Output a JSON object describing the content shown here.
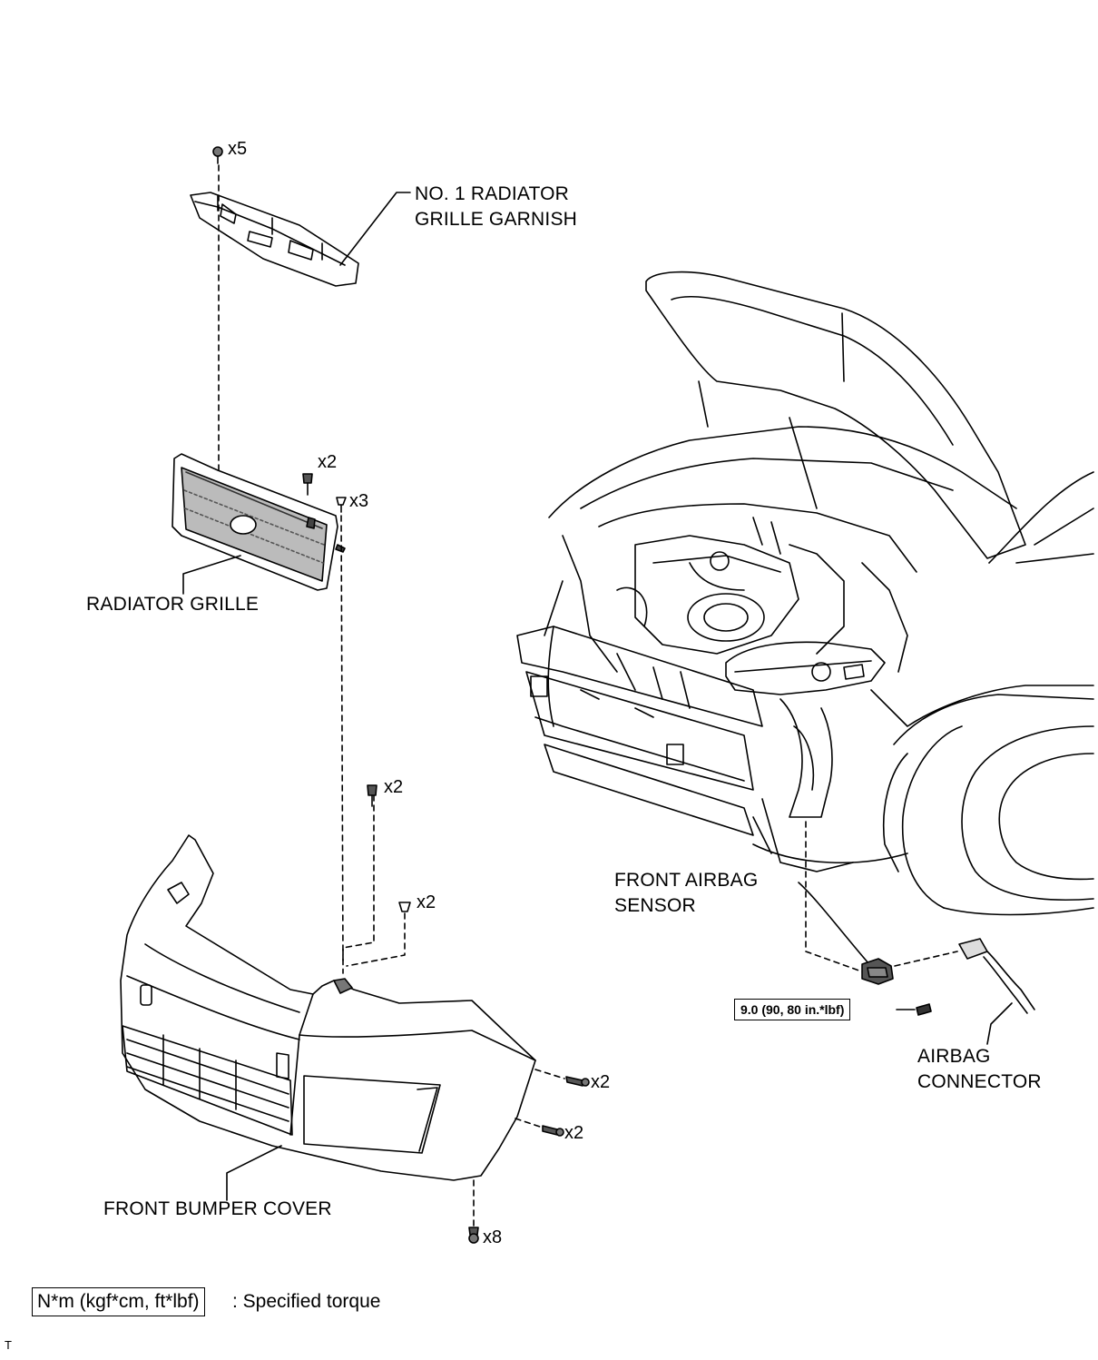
{
  "labels": {
    "garnish": [
      "NO. 1 RADIATOR",
      "GRILLE GARNISH"
    ],
    "grille": "RADIATOR GRILLE",
    "bumper": "FRONT BUMPER COVER",
    "airbag_sensor": [
      "FRONT AIRBAG",
      "SENSOR"
    ],
    "airbag_connector": [
      "AIRBAG",
      "CONNECTOR"
    ]
  },
  "quantities": {
    "garnish_clips": "x5",
    "grille_bolts": "x2",
    "grille_clips": "x3",
    "bumper_top_bolts": "x2",
    "bumper_top_clips": "x2",
    "bumper_side_screws_upper": "x2",
    "bumper_side_screws_lower": "x2",
    "bumper_bottom_screws": "x8"
  },
  "torque_spec": "9.0 (90, 80 in.*lbf)",
  "legend": {
    "box": "N*m (kgf*cm, ft*lbf)",
    "text": ": Specified torque"
  },
  "corner_mark": "T"
}
